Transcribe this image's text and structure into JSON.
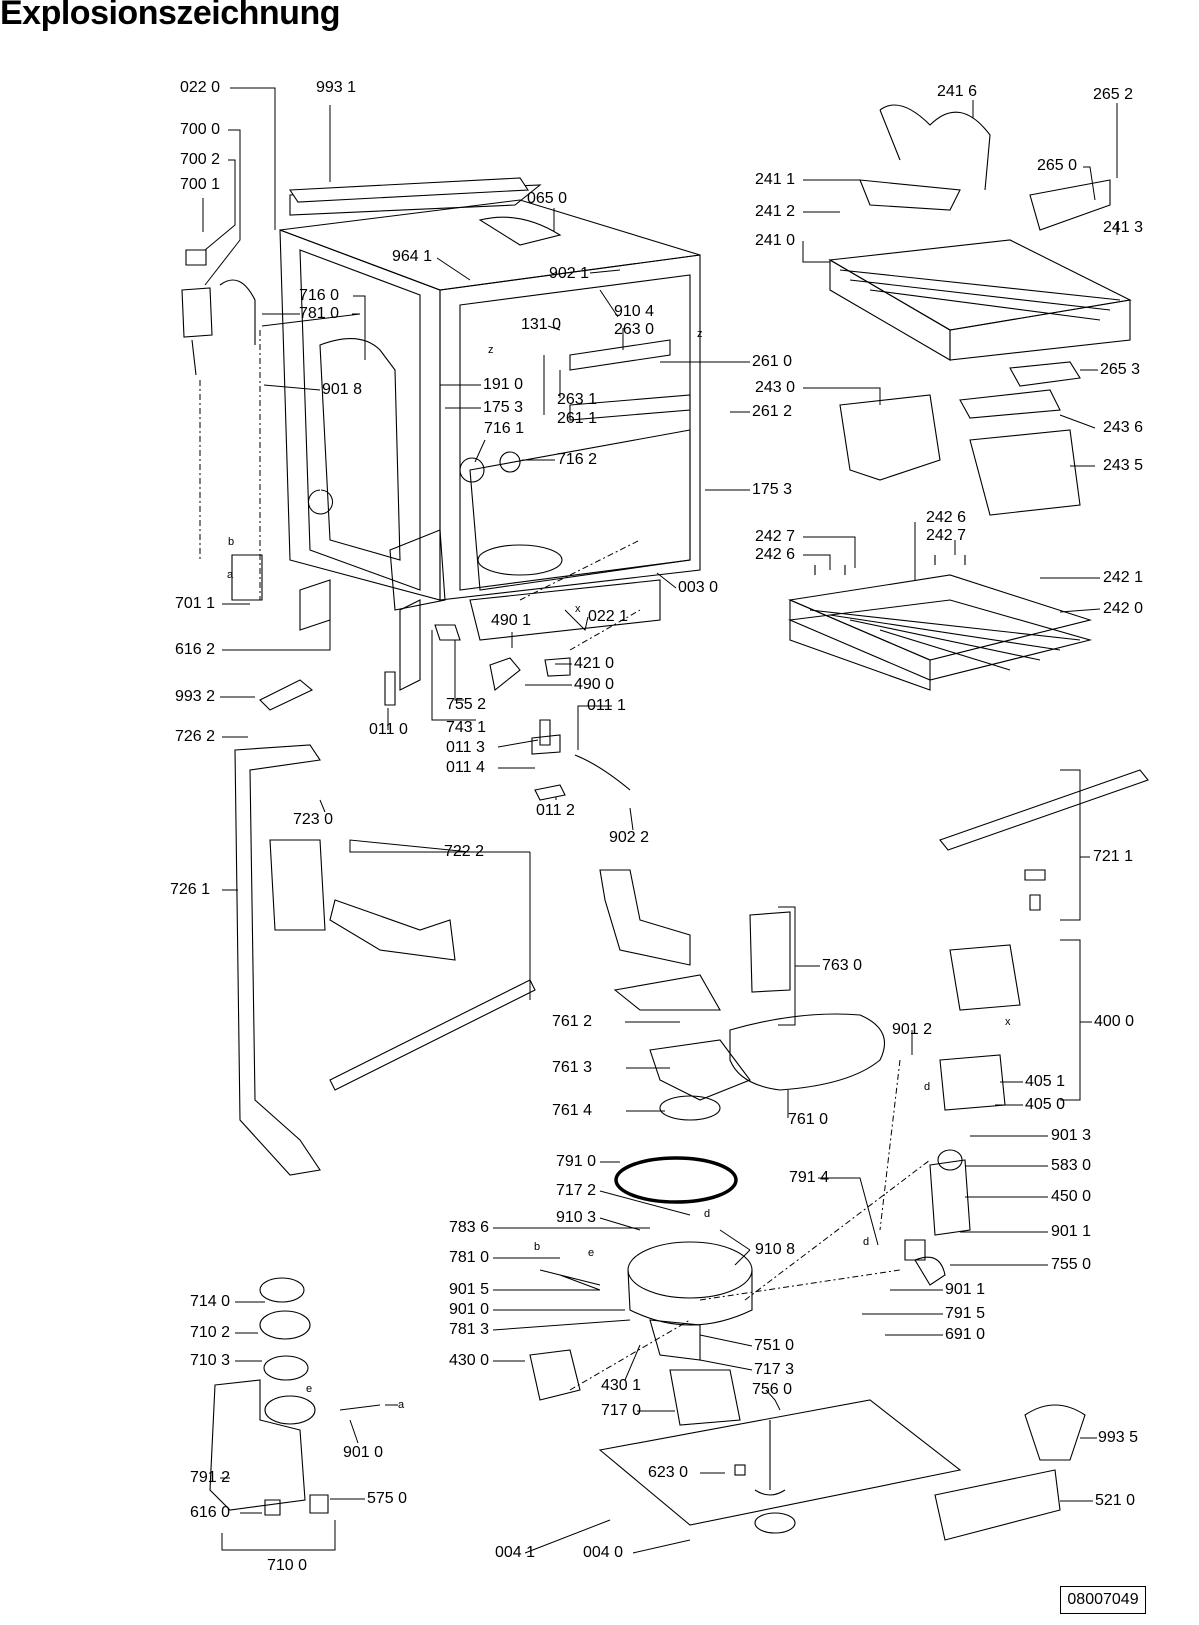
{
  "title": "Explosionszeichnung",
  "drawing_number": "08007049",
  "parts": [
    "022 0",
    "993 1",
    "700 0",
    "700 2",
    "700 1",
    "065 0",
    "241 6",
    "265 2",
    "241 1",
    "265 0",
    "241 2",
    "241 3",
    "241 0",
    "964 1",
    "902 1",
    "716 0",
    "781 0",
    "910 4",
    "131 0",
    "263 0",
    "261 0",
    "901 8",
    "191 0",
    "175 3",
    "263 1",
    "261 1",
    "243 0",
    "265 3",
    "261 2",
    "243 6",
    "716 1",
    "716 2",
    "243 5",
    "175 3",
    "242 6",
    "242 7",
    "242 7",
    "242 6",
    "003 0",
    "242 1",
    "242 0",
    "701 1",
    "490 1",
    "022 1",
    "616 2",
    "421 0",
    "490 0",
    "755 2",
    "993 2",
    "011 0",
    "743 1",
    "011 1",
    "726 2",
    "011 3",
    "011 4",
    "011 2",
    "902 2",
    "723 0",
    "722 2",
    "721 1",
    "726 1",
    "763 0",
    "400 0",
    "761 2",
    "901 2",
    "761 3",
    "405 1",
    "761 4",
    "761 0",
    "405 0",
    "901 3",
    "791 0",
    "791 4",
    "583 0",
    "717 2",
    "450 0",
    "783 6",
    "910 3",
    "910 8",
    "901 1",
    "781 0",
    "755 0",
    "901 5",
    "901 1",
    "714 0",
    "901 0",
    "791 5",
    "781 3",
    "751 0",
    "710 2",
    "691 0",
    "710 3",
    "430 0",
    "717 3",
    "430 1",
    "756 0",
    "717 0",
    "993 5",
    "901 0",
    "623 0",
    "791 2",
    "575 0",
    "616 0",
    "521 0",
    "004 1",
    "004 0",
    "710 0"
  ],
  "letters": [
    "z",
    "z",
    "x",
    "b",
    "a",
    "x",
    "d",
    "d",
    "d",
    "e",
    "b",
    "e",
    "a"
  ]
}
